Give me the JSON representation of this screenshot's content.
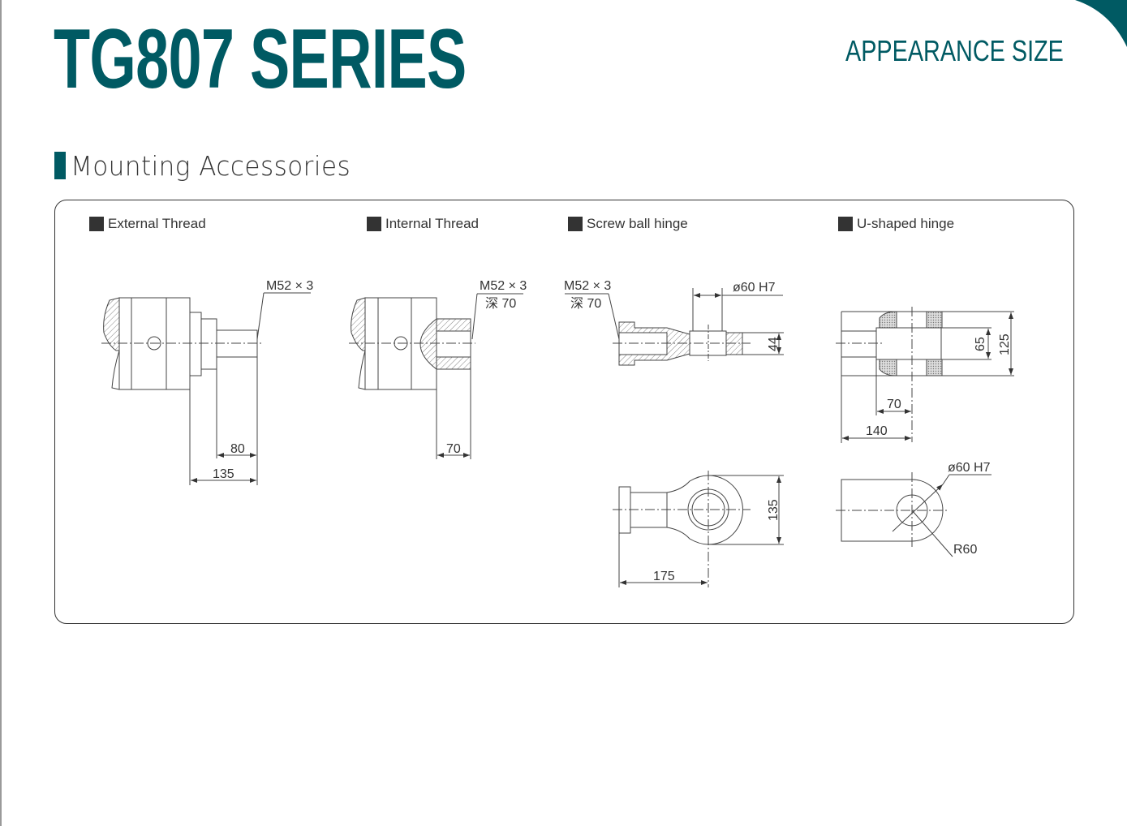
{
  "header": {
    "title": "TG807 SERIES",
    "subtitle": "APPEARANCE SIZE"
  },
  "section": {
    "title": "Mounting Accessories"
  },
  "colors": {
    "accent": "#005a63",
    "text": "#333333"
  },
  "accessories": [
    {
      "label": "External Thread",
      "thread": "M52 × 3",
      "dims": [
        "80",
        "135"
      ]
    },
    {
      "label": "Internal Thread",
      "thread": "M52 × 3",
      "depth": "深 70",
      "dims": [
        "70"
      ]
    },
    {
      "label": "Screw ball hinge",
      "thread": "M52 × 3",
      "depth": "深 70",
      "bore": "ø60 H7",
      "dims": [
        "44",
        "135",
        "175"
      ]
    },
    {
      "label": "U-shaped hinge",
      "bore": "ø60 H7",
      "radius": "R60",
      "dims": [
        "65",
        "125",
        "70",
        "140"
      ]
    }
  ]
}
